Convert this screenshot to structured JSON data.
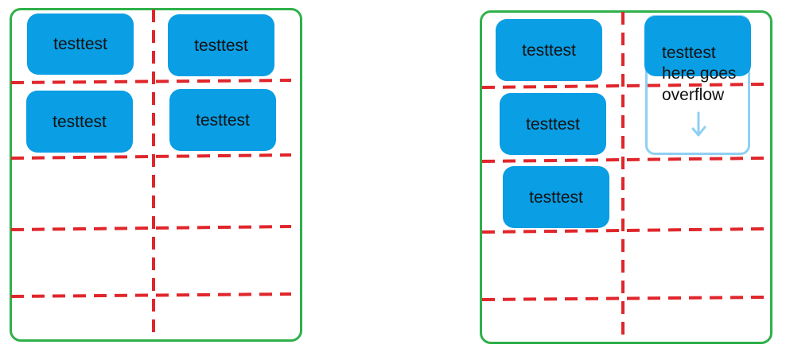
{
  "left_grid": {
    "cells": [
      {
        "label": "testtest"
      },
      {
        "label": "testtest"
      },
      {
        "label": "testtest"
      },
      {
        "label": "testtest"
      }
    ]
  },
  "right_grid": {
    "cells": [
      {
        "label": "testtest"
      },
      {
        "label": "testtest"
      },
      {
        "label": "testtest"
      }
    ],
    "overflow_cell": {
      "label": "testtest",
      "note_line1": "here goes",
      "note_line2": "overflow"
    }
  },
  "colors": {
    "container_border": "#2fb04a",
    "grid_line": "#e0262b",
    "cell_fill": "#0a9ee4",
    "overflow_outline": "#8fd0f2"
  }
}
